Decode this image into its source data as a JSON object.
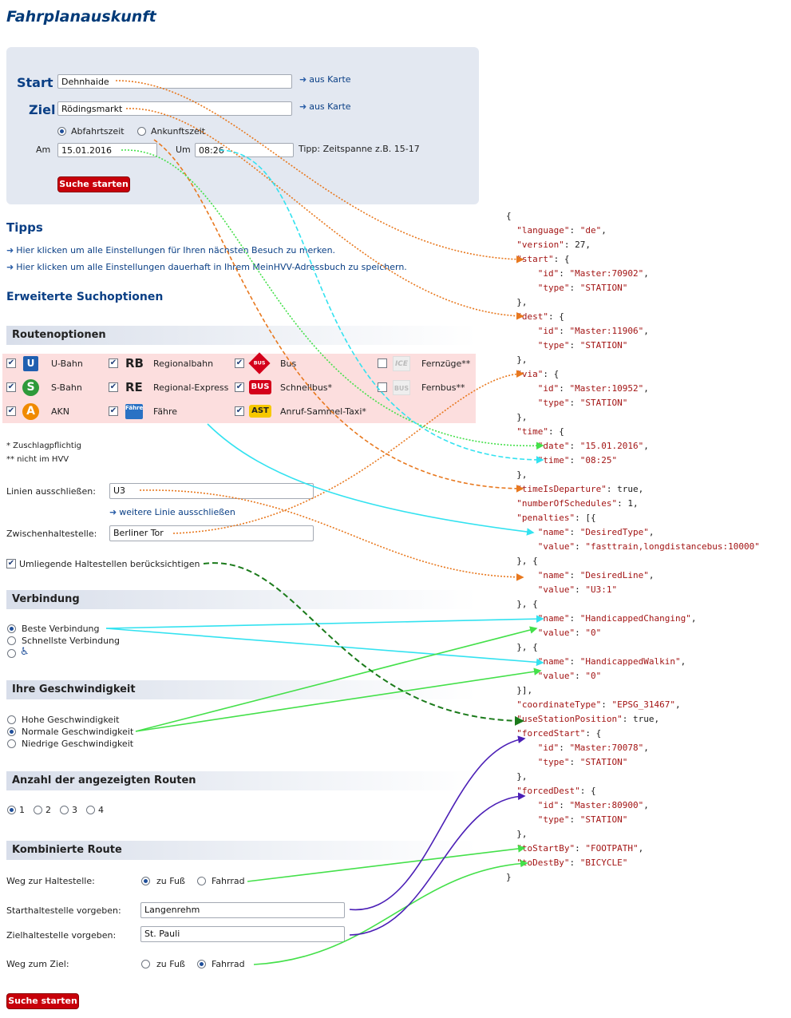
{
  "page_title": "Fahrplanauskunft",
  "search": {
    "start_label": "Start",
    "start_value": "Dehnhaide",
    "ziel_label": "Ziel",
    "ziel_value": "Rödingsmarkt",
    "map_link": "aus Karte",
    "departure_label": "Abfahrtszeit",
    "arrival_label": "Ankunftszeit",
    "date_label": "Am",
    "date_value": "15.01.2016",
    "time_label": "Um",
    "time_value": "08:26",
    "tip": "Tipp: Zeitspanne z.B. 15-17",
    "submit": "Suche starten"
  },
  "tips": {
    "heading": "Tipps",
    "items": [
      "Hier klicken um alle Einstellungen für Ihren nächsten Besuch zu merken.",
      "Hier klicken um alle Einstellungen dauerhaft in Ihrem MeinHVV-Adressbuch zu speichern."
    ]
  },
  "extended": {
    "heading": "Erweiterte Suchoptionen",
    "route_options": "Routenoptionen",
    "transport": [
      {
        "icon": "U",
        "label": "U-Bahn",
        "checked": true
      },
      {
        "icon": "RB",
        "label": "Regionalbahn",
        "checked": true
      },
      {
        "icon": "BUS",
        "label": "Bus",
        "checked": true
      },
      {
        "icon": "ICE",
        "label": "Fernzüge**",
        "checked": false
      },
      {
        "icon": "S",
        "label": "S-Bahn",
        "checked": true
      },
      {
        "icon": "RE",
        "label": "Regional-Express",
        "checked": true
      },
      {
        "icon": "BUS",
        "label": "Schnellbus*",
        "checked": true
      },
      {
        "icon": "BUS",
        "label": "Fernbus**",
        "checked": false
      },
      {
        "icon": "A",
        "label": "AKN",
        "checked": true
      },
      {
        "icon": "Fähre",
        "label": "Fähre",
        "checked": true
      },
      {
        "icon": "AST",
        "label": "Anruf-Sammel-Taxi*",
        "checked": true
      }
    ],
    "footnote1": "* Zuschlagpflichtig",
    "footnote2": "** nicht im HVV",
    "exclude_label": "Linien ausschließen:",
    "exclude_value": "U3",
    "exclude_more": "weitere Linie ausschließen",
    "via_label": "Zwischenhaltestelle:",
    "via_value": "Berliner Tor",
    "nearby_label": "Umliegende Haltestellen berücksichtigen"
  },
  "connection": {
    "heading": "Verbindung",
    "best": "Beste Verbindung",
    "fastest": "Schnellste Verbindung",
    "wheelchair_glyph": "♿"
  },
  "speed": {
    "heading": "Ihre Geschwindigkeit",
    "high": "Hohe Geschwindigkeit",
    "normal": "Normale Geschwindigkeit",
    "low": "Niedrige Geschwindigkeit"
  },
  "count": {
    "heading": "Anzahl der angezeigten Routen",
    "options": [
      "1",
      "2",
      "3",
      "4"
    ]
  },
  "combined": {
    "heading": "Kombinierte Route",
    "to_stop_label": "Weg zur Haltestelle:",
    "start_stop_label": "Starthaltestelle vorgeben:",
    "start_stop_value": "Langenrehm",
    "dest_stop_label": "Zielhaltestelle vorgeben:",
    "dest_stop_value": "St. Pauli",
    "to_dest_label": "Weg zum Ziel:",
    "foot": "zu Fuß",
    "bike": "Fahrrad",
    "submit": "Suche starten"
  },
  "json_lines": [
    "{",
    "  \"language\": \"de\",",
    "  \"version\": 27,",
    "  \"start\": {",
    "      \"id\": \"Master:70902\",",
    "      \"type\": \"STATION\"",
    "  },",
    "  \"dest\": {",
    "      \"id\": \"Master:11906\",",
    "      \"type\": \"STATION\"",
    "  },",
    "  \"via\": {",
    "      \"id\": \"Master:10952\",",
    "      \"type\": \"STATION\"",
    "  },",
    "  \"time\": {",
    "      \"date\": \"15.01.2016\",",
    "      \"time\": \"08:25\"",
    "  },",
    "  \"timeIsDeparture\": true,",
    "  \"numberOfSchedules\": 1,",
    "  \"penalties\": [{",
    "      \"name\": \"DesiredType\",",
    "      \"value\": \"fasttrain,longdistancebus:10000\"",
    "  }, {",
    "      \"name\": \"DesiredLine\",",
    "      \"value\": \"U3:1\"",
    "  }, {",
    "      \"name\": \"HandicappedChanging\",",
    "      \"value\": \"0\"",
    "  }, {",
    "      \"name\": \"HandicappedWalkin\",",
    "      \"value\": \"0\"",
    "  }],",
    "  \"coordinateType\": \"EPSG_31467\",",
    "  \"useStationPosition\": true,",
    "  \"forcedStart\": {",
    "      \"id\": \"Master:70078\",",
    "      \"type\": \"STATION\"",
    "  },",
    "  \"forcedDest\": {",
    "      \"id\": \"Master:80900\",",
    "      \"type\": \"STATION\"",
    "  },",
    "  \"toStartBy\": \"FOOTPATH\",",
    "  \"toDestBy\": \"BICYCLE\"",
    "}"
  ],
  "colors": {
    "orange": "#e8781e",
    "green": "#44e04a",
    "cyan": "#33e2f0",
    "dark_green": "#1a7a1a",
    "purple": "#4b1fb6"
  }
}
